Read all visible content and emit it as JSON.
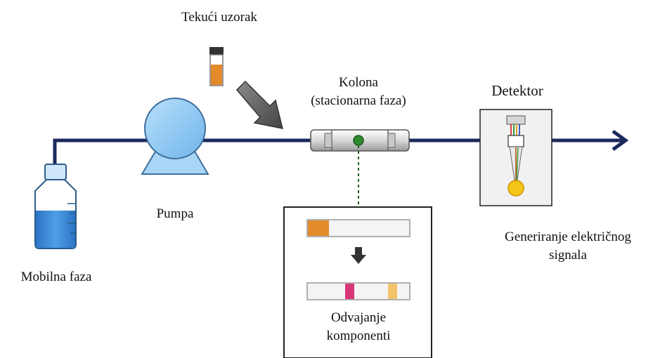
{
  "labels": {
    "sample": "Tekući uzorak",
    "column_line1": "Kolona",
    "column_line2": "(stacionarna faza)",
    "detector": "Detektor",
    "pump": "Pumpa",
    "signal_line1": "Generiranje električnog",
    "signal_line2": "signala",
    "mobile_phase": "Mobilna faza",
    "separation_line1": "Odvajanje",
    "separation_line2": "komponenti"
  },
  "colors": {
    "tubing": "#1b2a5c",
    "pump": "#7fc0f0",
    "bottle_liquid": "#2f7fd0",
    "sample": "#e38a2a",
    "band_magenta": "#d9367a",
    "band_yellow": "#f2c46a",
    "column_dot": "#2e8b2e"
  }
}
